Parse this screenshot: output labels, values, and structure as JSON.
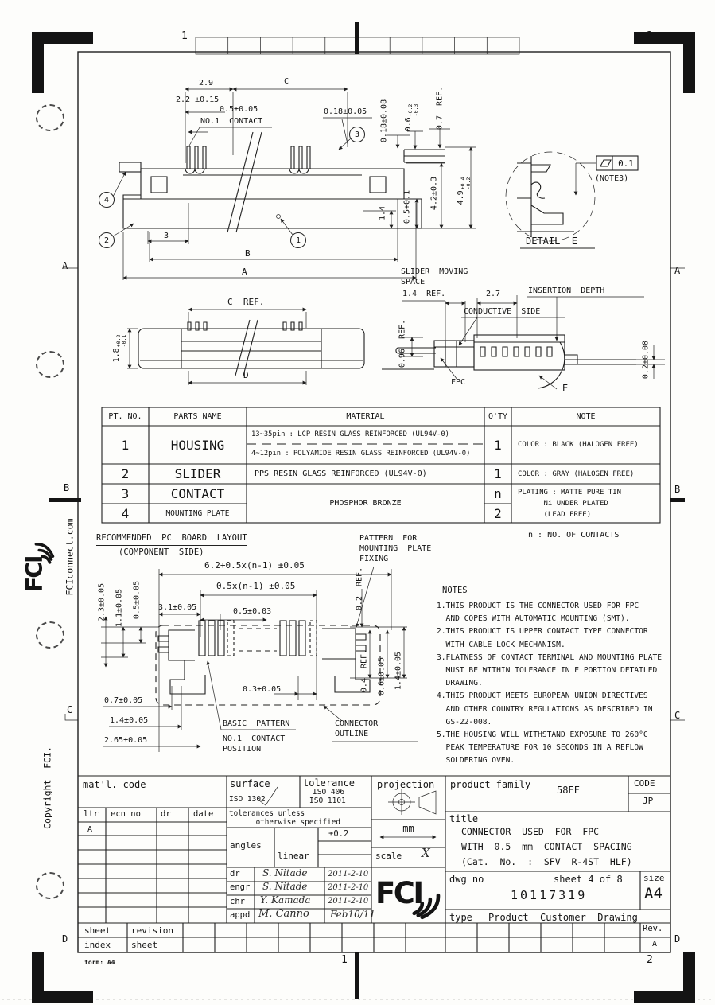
{
  "sheet": {
    "zones_top": [
      "1",
      "2"
    ],
    "zones_bottom": [
      "1",
      "2"
    ],
    "rows": [
      "A",
      "B",
      "C",
      "D"
    ],
    "form_note": "form: A4"
  },
  "branding": {
    "logo": "FCI",
    "website": "FCIconnect.com",
    "copyright": "Copyright  FCI."
  },
  "top_view": {
    "dim_2_9": "2.9",
    "dim_c": "C",
    "dim_2_2": "2.2 ±0.15",
    "dim_0_5": "0.5±0.05",
    "no1_contact": "NO.1  CONTACT",
    "dim_0_18a": "0.18±0.05",
    "dim_0_18b": "0.18±0.08",
    "dim_0_6_v": "0.6",
    "dim_0_6_p": "+0.2",
    "dim_0_6_m": "-0.3",
    "dim_0_7": "0.7  REF.",
    "dim_0_5b": "0.5+0.1",
    "dim_4_2": "4.2±0.3",
    "dim_4_9_v": "4.9",
    "dim_4_9_p": "+0.4",
    "dim_4_9_m": "-0.2",
    "dim_1_4": "1.4",
    "dim_3": "3",
    "dim_b": "B",
    "dim_a": "A",
    "balloons": [
      "1",
      "2",
      "3",
      "4"
    ]
  },
  "detail_e": {
    "tolerance": "0.1",
    "note_ref": "(NOTE3)",
    "title": "DETAIL  E"
  },
  "front_view": {
    "dim_c_ref": "C  REF.",
    "dim_d": "D",
    "dim_1_8_v": "1.8",
    "dim_1_8_p": "+0.2",
    "dim_1_8_m": "-0.1"
  },
  "side_view": {
    "slider_moving_space": "SLIDER  MOVING\nSPACE",
    "dim_1_4_ref": "1.4  REF.",
    "dim_2_7": "2.7",
    "insertion_depth": "INSERTION  DEPTH",
    "conductive_side": "CONDUCTIVE  SIDE",
    "dim_0_96": "0.96  REF.",
    "fpc": "FPC",
    "e_label": "E",
    "dim_0_2": "0.2±0.08"
  },
  "parts_table": {
    "headers": [
      "PT. NO.",
      "PARTS NAME",
      "MATERIAL",
      "Q'TY",
      "NOTE"
    ],
    "row1": {
      "pt": "1",
      "name": "HOUSING",
      "material_a": "13~35pin : LCP RESIN GLASS REINFORCED (UL94V-0)",
      "material_b": "4~12pin : POLYAMIDE RESIN GLASS REINFORCED (UL94V-0)",
      "qty": "1",
      "note": "COLOR : BLACK (HALOGEN FREE)"
    },
    "row2": {
      "pt": "2",
      "name": "SLIDER",
      "material": "PPS RESIN GLASS REINFORCED (UL94V-0)",
      "qty": "1",
      "note": "COLOR : GRAY (HALOGEN FREE)"
    },
    "row3": {
      "pt": "3",
      "name": "CONTACT",
      "qty": "n"
    },
    "row4": {
      "pt": "4",
      "name": "MOUNTING PLATE",
      "qty": "2"
    },
    "material_34": "PHOSPHOR  BRONZE",
    "note_34": "PLATING : MATTE PURE TIN\n      Ni UNDER PLATED\n      (LEAD FREE)",
    "footnote": "n : NO. OF CONTACTS"
  },
  "pcb_layout": {
    "title": "RECOMMENDED  PC  BOARD  LAYOUT",
    "subtitle": "(COMPONENT  SIDE)",
    "pattern_fixing": "PATTERN  FOR\nMOUNTING  PLATE\nFIXING",
    "dim_6_2": "6.2+0.5x(n-1) ±0.05",
    "dim_0_5xn": "0.5x(n-1) ±0.05",
    "dim_3_1": "3.1±0.05",
    "dim_0_5a": "0.5±0.03",
    "dim_0_2_ref": "0.2  REF.",
    "dim_2_3": "2.3±0.05",
    "dim_1_1": "1.1±0.05",
    "dim_0_5c": "0.5±0.05",
    "dim_0_3": "0.3±0.05",
    "dim_0_4_ref": "0.4  REF.",
    "dim_0_6b": "0.6±0.05",
    "dim_1_4b": "1.4±0.05",
    "dim_0_7b": "0.7±0.05",
    "dim_1_4c": "1.4±0.05",
    "dim_2_65": "2.65±0.05",
    "basic_pattern": "BASIC  PATTERN",
    "no1_position": "NO.1  CONTACT\nPOSITION",
    "connector_outline": "CONNECTOR\nOUTLINE"
  },
  "notes": {
    "title": "NOTES",
    "body": "1.THIS PRODUCT IS THE CONNECTOR USED FOR FPC\n  AND COPES WITH AUTOMATIC MOUNTING (SMT).\n2.THIS PRODUCT IS UPPER CONTACT TYPE CONNECTOR\n  WITH CABLE LOCK MECHANISM.\n3.FLATNESS OF CONTACT TERMINAL AND MOUNTING PLATE\n  MUST BE WITHIN TOLERANCE IN E PORTION DETAILED\n  DRAWING.\n4.THIS PRODUCT MEETS EUROPEAN UNION DIRECTIVES\n  AND OTHER COUNTRY REGULATIONS AS DESCRIBED IN\n  GS-22-008.\n5.THE HOUSING WILL WITHSTAND EXPOSURE TO 260°C\n  PEAK TEMPERATURE FOR 10 SECONDS IN A REFLOW\n  SOLDERING OVEN."
  },
  "title_block": {
    "matl_code": "mat'l. code",
    "surface_label": "surface",
    "surface_std": "ISO 1302",
    "tolerance_label": "tolerance",
    "tolerance_std1": "ISO 406",
    "tolerance_std2": "ISO 1101",
    "projection_label": "projection",
    "rev_headers": [
      "ltr",
      "ecn no",
      "dr",
      "date"
    ],
    "rev_ltr": "A",
    "tol_unless": "tolerances unless\n      otherwise specified",
    "angles": "angles",
    "linear": "linear",
    "general_tol": "±0.2",
    "unit": "mm",
    "scale_label": "scale",
    "scale_value": "X",
    "sign": {
      "r1": {
        "role": "dr",
        "name": "S. Nitade",
        "date": "2011-2-10"
      },
      "r2": {
        "role": "engr",
        "name": "S. Nitade",
        "date": "2011-2-10"
      },
      "r3": {
        "role": "chr",
        "name": "Y. Kamada",
        "date": "2011-2-10"
      },
      "r4": {
        "role": "appd",
        "name": "M. Canno",
        "date": "Feb10/11"
      }
    },
    "product_family_label": "product family",
    "product_family": "58EF",
    "code_label": "CODE",
    "code": "JP",
    "title_label": "title",
    "title": "CONNECTOR  USED  FOR  FPC\nWITH  0.5  mm  CONTACT  SPACING\n(Cat.  No.  :  SFV__R-4ST__HLF)",
    "dwg_label": "dwg no",
    "sheet_info": "sheet 4 of 8",
    "dwg_no": "10117319",
    "size_label": "size",
    "size": "A4",
    "type_label": "type",
    "type_value": "Product  Customer  Drawing",
    "sheet_index": "sheet\nindex",
    "revision_sheet": "revision\nsheet",
    "rev_label": "Rev.",
    "rev_value": "A"
  }
}
